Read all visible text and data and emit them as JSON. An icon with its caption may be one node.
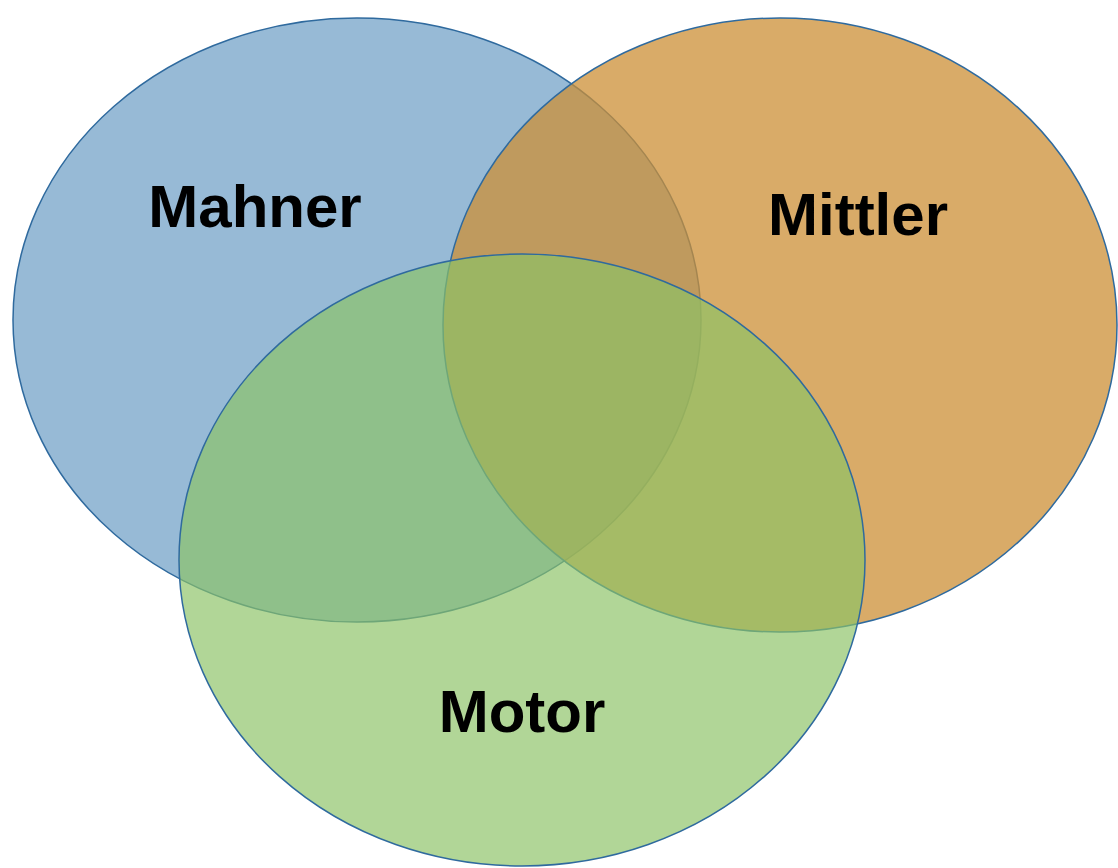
{
  "diagram": {
    "nodes": [
      {
        "text": [
          "Mahner"
        ]
      },
      {
        "text": [
          "Mittler"
        ]
      },
      {
        "text": [
          "Motor"
        ]
      }
    ],
    "edges": []
  }
}
